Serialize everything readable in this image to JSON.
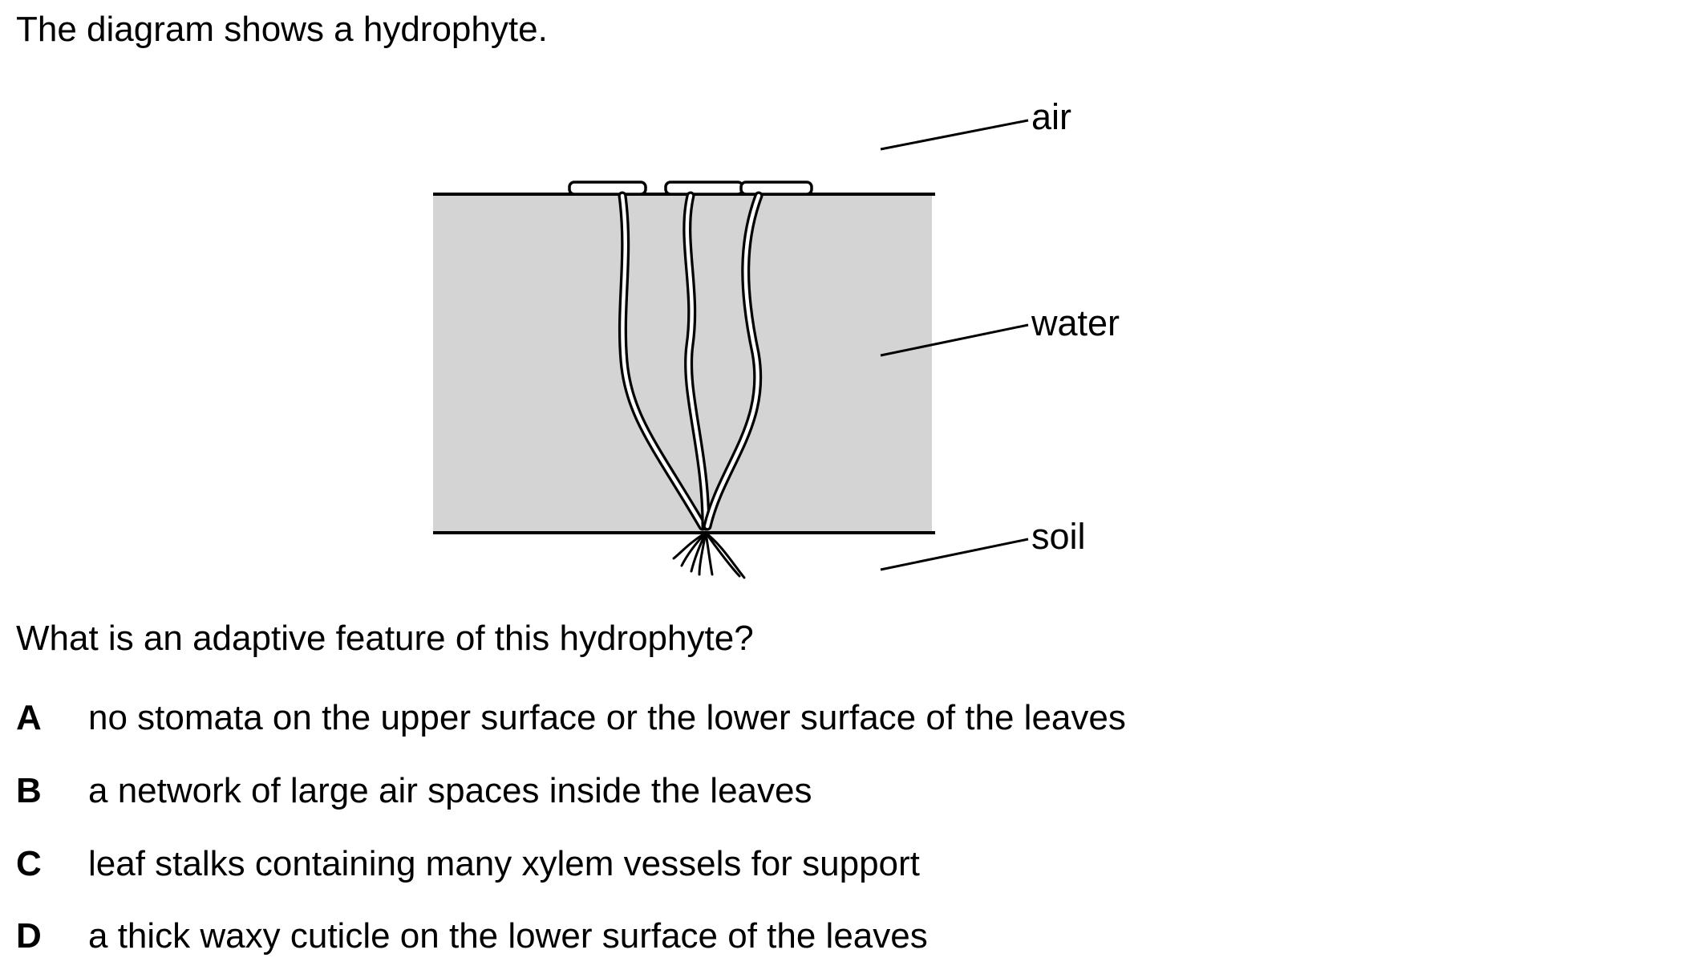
{
  "intro": "The diagram shows a hydrophyte.",
  "diagram": {
    "labels": {
      "air": "air",
      "water": "water",
      "soil": "soil"
    },
    "colors": {
      "water_fill": "#d4d4d4",
      "line": "#000000"
    }
  },
  "question": "What is an adaptive feature of this hydrophyte?",
  "options": [
    {
      "letter": "A",
      "text": "no stomata on the upper surface or the lower surface of the leaves"
    },
    {
      "letter": "B",
      "text": "a network of large air spaces inside the leaves"
    },
    {
      "letter": "C",
      "text": "leaf stalks containing many xylem vessels for support"
    },
    {
      "letter": "D",
      "text": "a thick waxy cuticle on the lower surface of the leaves"
    }
  ]
}
